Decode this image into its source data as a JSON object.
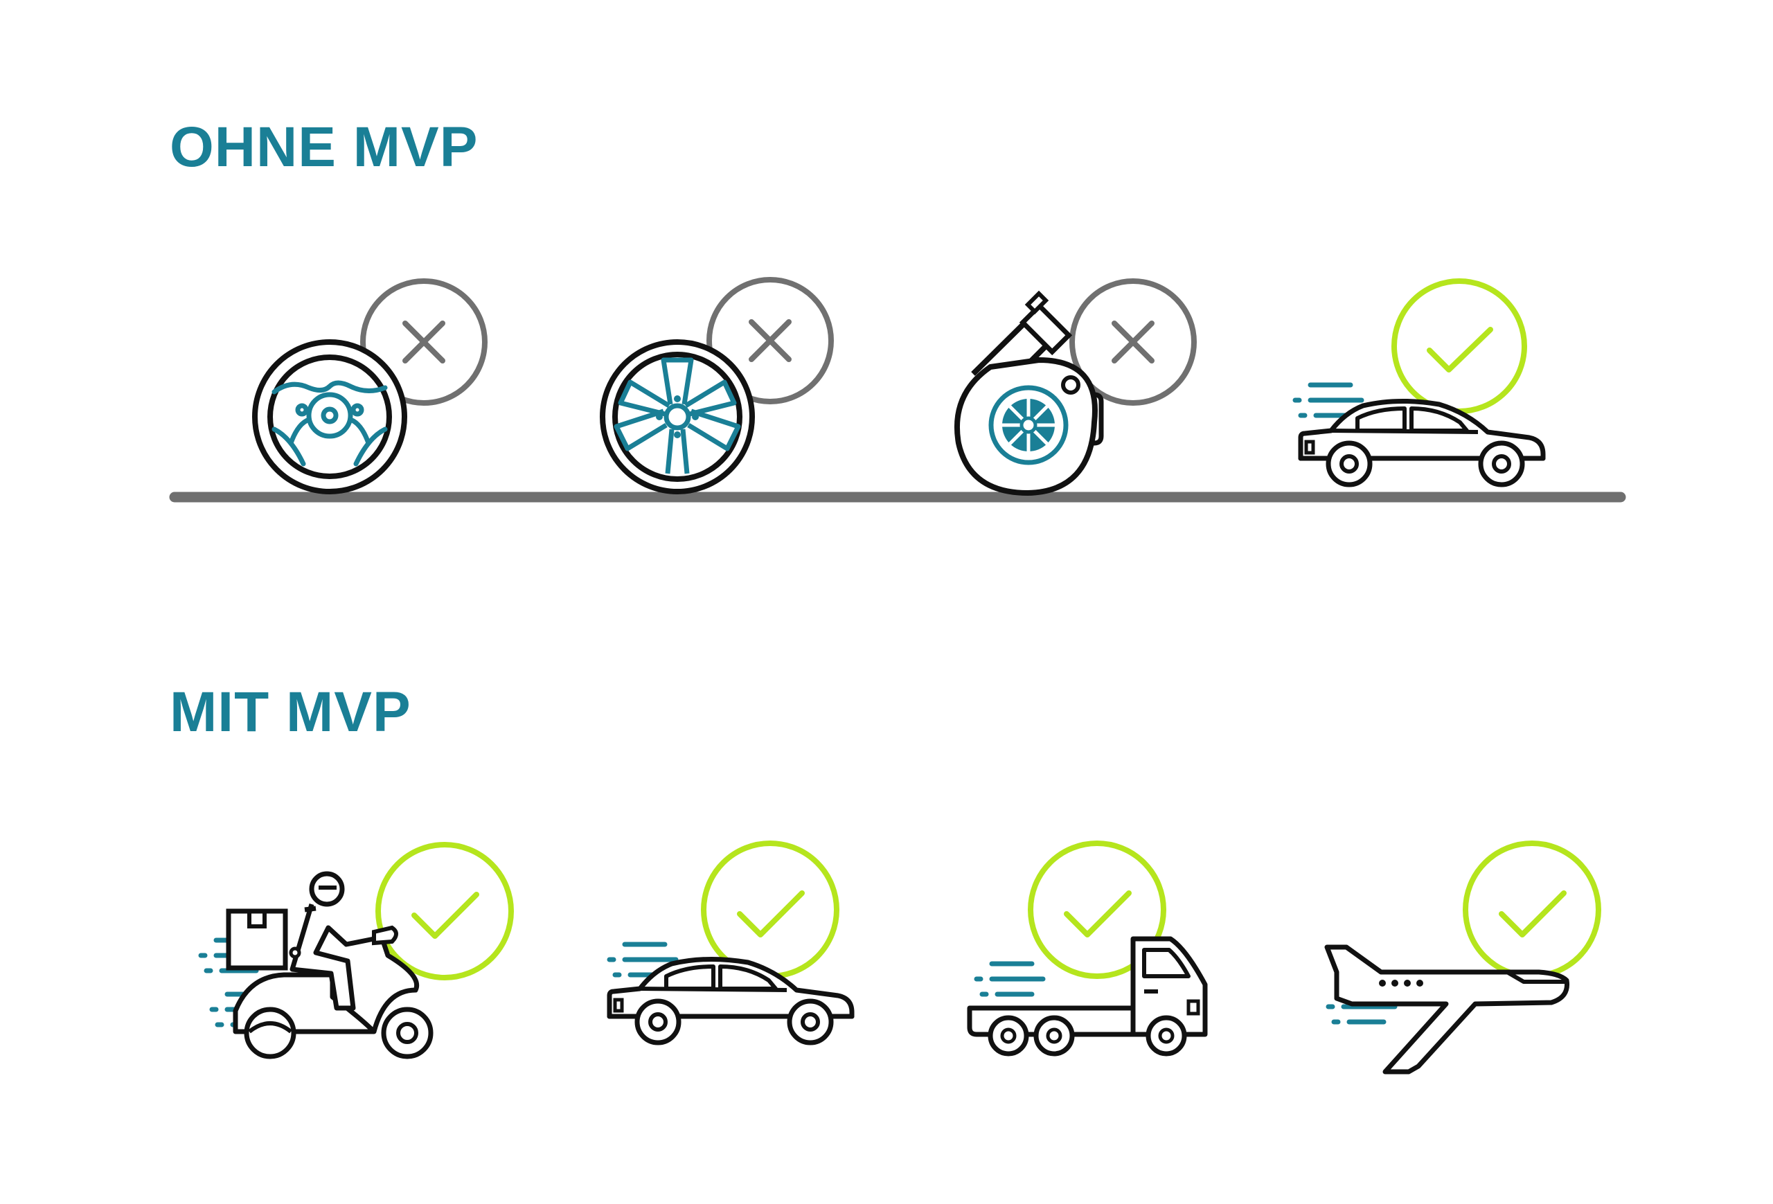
{
  "colors": {
    "teal": "#1a7f96",
    "lime": "#b5e51d",
    "gray": "#6f6f6f",
    "ink": "#111111"
  },
  "sections": [
    {
      "title": "OHNE MVP",
      "items": [
        {
          "icon": "steering-wheel-icon",
          "status": "cross"
        },
        {
          "icon": "wheel-rim-icon",
          "status": "cross"
        },
        {
          "icon": "turbocharger-icon",
          "status": "cross"
        },
        {
          "icon": "car-icon",
          "status": "check"
        }
      ]
    },
    {
      "title": "MIT MVP",
      "items": [
        {
          "icon": "delivery-scooter-icon",
          "status": "check"
        },
        {
          "icon": "car-icon",
          "status": "check"
        },
        {
          "icon": "truck-icon",
          "status": "check"
        },
        {
          "icon": "airplane-icon",
          "status": "check"
        }
      ]
    }
  ]
}
